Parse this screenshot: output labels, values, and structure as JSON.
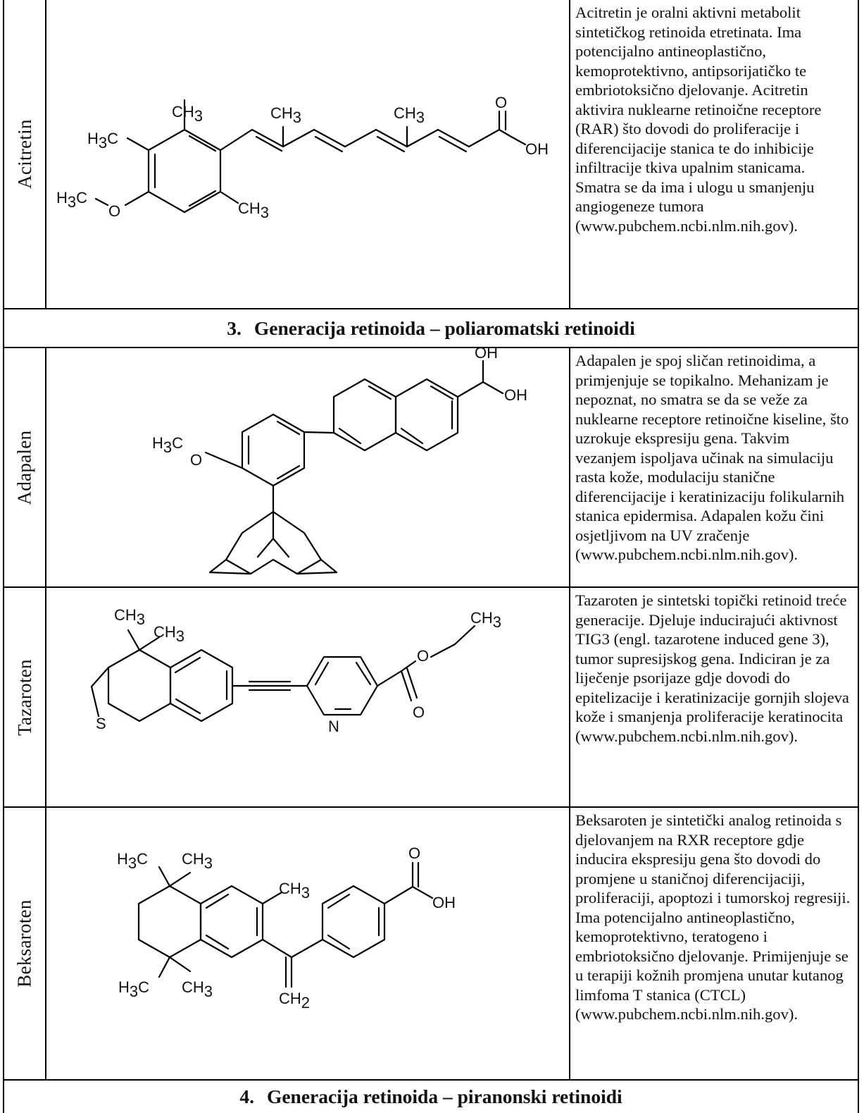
{
  "rows": [
    {
      "name": "Acitretin",
      "description": "Acitretin je oralni aktivni metabolit sintetičkog retinoida etretinata. Ima potencijalno antineoplastično, kemoprotektivno, antipsorijatičko te embriotoksično djelovanje. Acitretin aktivira nuklearne retinoične receptore (RAR) što dovodi do proliferacije i diferencijacije stanica te do inhibicije infiltracije tkiva upalnim stanicama. Smatra se da ima i ulogu u smanjenju angiogeneze tumora",
      "reference": "(www.pubchem.ncbi.nlm.nih.gov)."
    },
    {
      "name": "Adapalen",
      "description": "Adapalen je spoj sličan retinoidima, a primjenjuje se topikalno. Mehanizam je nepoznat, no smatra se da se veže za nuklearne receptore retinoične kiseline, što uzrokuje ekspresiju gena. Takvim vezanjem ispoljava učinak na simulaciju rasta kože, modulaciju stanične diferencijacije i keratinizaciju folikularnih stanica epidermisa. Adapalen kožu čini osjetljivom na UV zračenje",
      "reference": "(www.pubchem.ncbi.nlm.nih.gov)."
    },
    {
      "name": "Tazaroten",
      "description": "Tazaroten je sintetski topički retinoid treće generacije. Djeluje inducirajući aktivnost TIG3 (engl. tazarotene induced gene 3), tumor supresijskog gena. Indiciran je za liječenje psorijaze gdje dovodi do epitelizacije i keratinizacije gornjih slojeva kože i smanjenja proliferacije keratinocita",
      "reference": "(www.pubchem.ncbi.nlm.nih.gov)."
    },
    {
      "name": "Beksaroten",
      "description": "Beksaroten je sintetički analog retinoida s djelovanjem na RXR receptore gdje inducira ekspresiju gena što dovodi do promjene u staničnoj diferencijaciji, proliferaciji, apoptozi i tumorskoj regresiji. Ima potencijalno antineoplastično, kemoprotektivno, teratogeno i embriotoksično djelovanje. Primijenjuje se u terapiji kožnih promjena unutar kutanog limfoma T stanica (CTCL)",
      "reference": "(www.pubchem.ncbi.nlm.nih.gov)."
    }
  ],
  "headers": [
    {
      "number": "3.",
      "title": "Generacija retinoida – poliaromatski retinoidi"
    },
    {
      "number": "4.",
      "title": "Generacija retinoida – piranonski retinoidi"
    }
  ],
  "atoms": {
    "ch3": "CH",
    "h3c": "H",
    "c": "C",
    "o": "O",
    "oh": "OH",
    "s": "S",
    "n": "N",
    "ch2": "CH",
    "sub3": "3",
    "sub2": "2"
  }
}
